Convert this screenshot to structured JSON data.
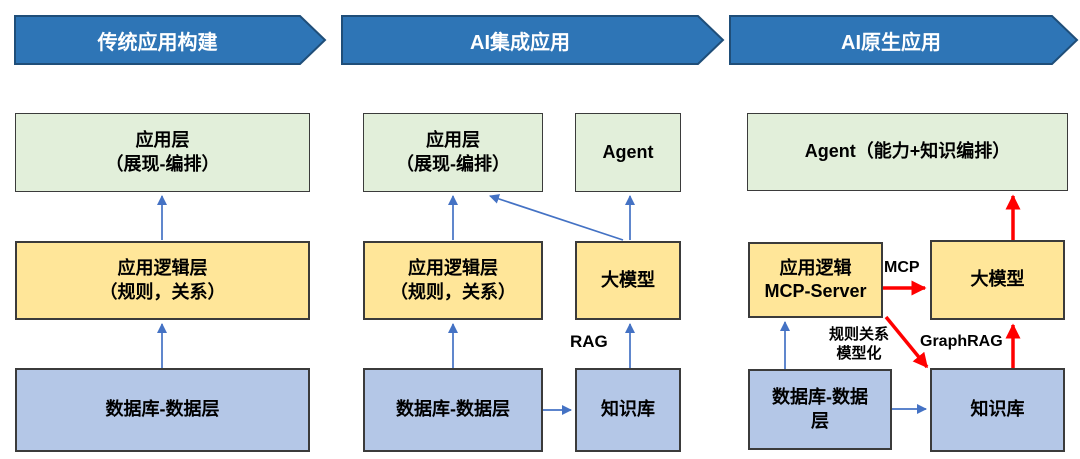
{
  "colors": {
    "banner_fill": "#2E75B6",
    "banner_border": "#1F4E79",
    "banner_text": "#FFFFFF",
    "green_fill": "#E2EFDA",
    "yellow_fill": "#FFE699",
    "blue_fill": "#B4C7E7",
    "box_border": "#3B3B3B",
    "blue_arrow": "#4472C4",
    "red_arrow": "#FF0000",
    "text_color": "#000000"
  },
  "columns": [
    {
      "header": "传统应用构建",
      "boxes": {
        "app": {
          "lines": [
            "应用层",
            "（展现-编排）"
          ]
        },
        "logic": {
          "lines": [
            "应用逻辑层",
            "（规则，关系）"
          ]
        },
        "data": {
          "lines": [
            "数据库-数据层"
          ]
        }
      }
    },
    {
      "header": "AI集成应用",
      "boxes": {
        "app": {
          "lines": [
            "应用层",
            "（展现-编排）"
          ]
        },
        "agent": {
          "lines": [
            "Agent"
          ]
        },
        "logic": {
          "lines": [
            "应用逻辑层",
            "（规则，关系）"
          ]
        },
        "model": {
          "lines": [
            "大模型"
          ]
        },
        "data": {
          "lines": [
            "数据库-数据层"
          ]
        },
        "knowledge": {
          "lines": [
            "知识库"
          ]
        }
      },
      "labels": {
        "rag": "RAG"
      }
    },
    {
      "header": "AI原生应用",
      "boxes": {
        "agent": {
          "lines": [
            "Agent（能力+知识编排）"
          ]
        },
        "logic": {
          "lines": [
            "应用逻辑",
            "MCP-Server"
          ]
        },
        "model": {
          "lines": [
            "大模型"
          ]
        },
        "data": {
          "lines": [
            "数据库-数据",
            "层"
          ]
        },
        "knowledge": {
          "lines": [
            "知识库"
          ]
        }
      },
      "labels": {
        "mcp": "MCP",
        "graphrag": "GraphRAG",
        "rule_line1": "规则关系",
        "rule_line2": "模型化"
      }
    }
  ]
}
